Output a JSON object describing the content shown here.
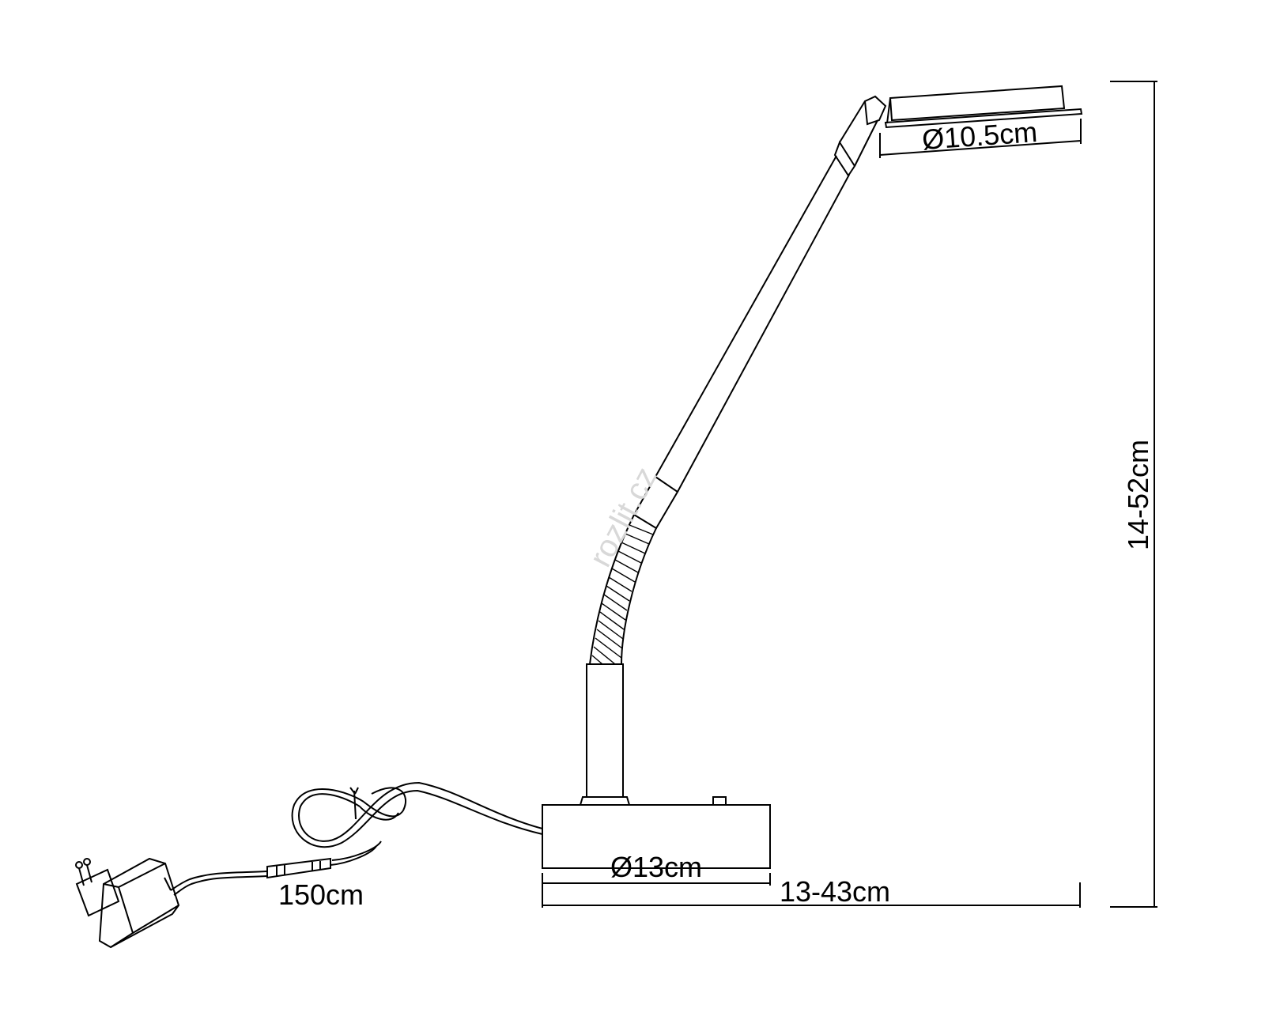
{
  "dimensions": {
    "head_diameter": "Ø10.5cm",
    "height_range": "14-52cm",
    "base_diameter": "Ø13cm",
    "reach_range": "13-43cm",
    "cable_length": "150cm"
  },
  "watermark": "rozlit.cz",
  "colors": {
    "line": "#000000",
    "background": "#ffffff",
    "watermark": "#d8d8d8"
  }
}
